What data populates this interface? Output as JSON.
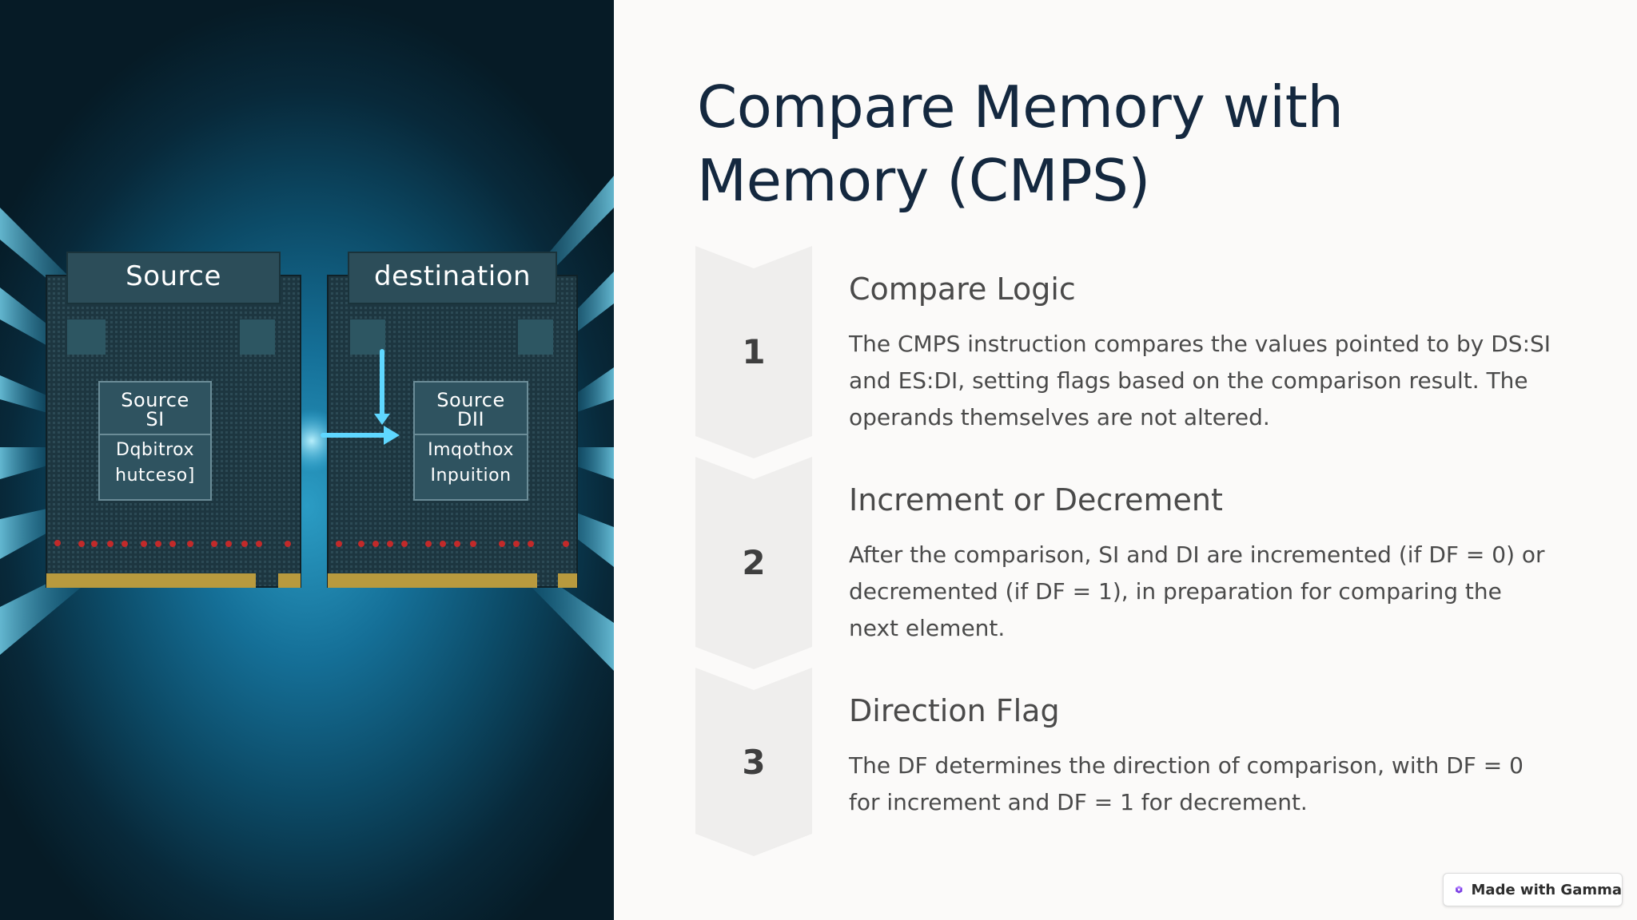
{
  "illustration": {
    "left_chip_header": "Source",
    "right_chip_header": "destination",
    "left_inner": {
      "line1": "Source",
      "line2": "SI",
      "line3": "Dqbitrox",
      "line4": "hutceso]"
    },
    "right_inner": {
      "line1": "Source",
      "line2": "DII",
      "line3": "Imqothox",
      "line4": "Inpuition"
    }
  },
  "slide": {
    "title": "Compare Memory with Memory (CMPS)",
    "steps": [
      {
        "number": "1",
        "heading": "Compare Logic",
        "body": "The CMPS instruction compares the values pointed to by DS:SI and ES:DI, setting flags based on the comparison result. The operands themselves are not altered."
      },
      {
        "number": "2",
        "heading": "Increment or Decrement",
        "body": "After the comparison, SI and DI are incremented (if DF = 0) or decremented (if DF = 1), in preparation for comparing the next element."
      },
      {
        "number": "3",
        "heading": "Direction Flag",
        "body": "The DF determines the direction of comparison, with DF = 0 for increment and DF = 1 for decrement."
      }
    ]
  },
  "badge": {
    "label": "Made with Gamma",
    "icon": "gamma-logo-icon"
  },
  "colors": {
    "title": "#14283f",
    "body_text": "#4a4a4a",
    "chevron": "#efeeed",
    "page_background": "#fbfaf9",
    "illustration_glow": "#2b9cc4"
  }
}
